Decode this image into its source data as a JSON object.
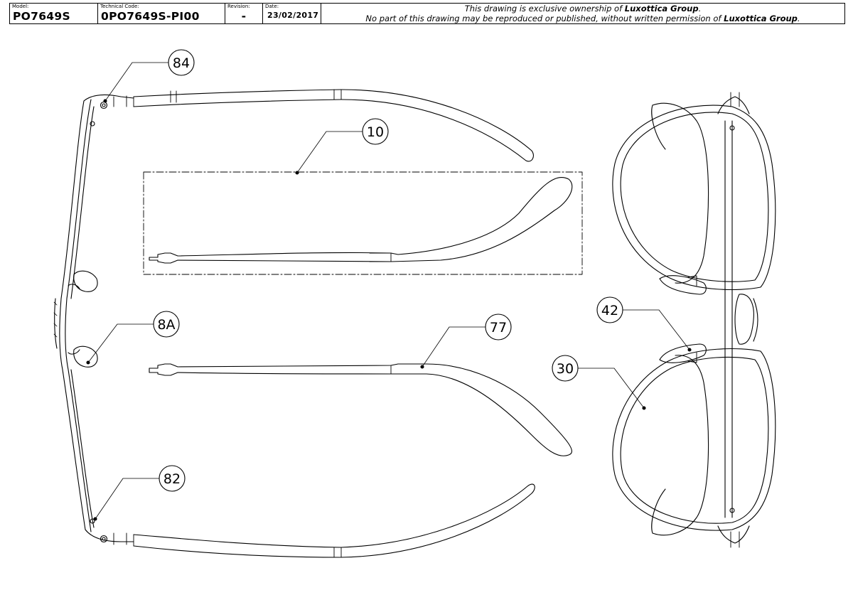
{
  "titleblock": {
    "model_label": "Model:",
    "model_value": "PO7649S",
    "tech_label": "Technical Code:",
    "tech_value": "0PO7649S-PI00",
    "revision_label": "Revision:",
    "revision_value": "-",
    "date_label": "Date:",
    "date_value": "23/02/2017",
    "notice_line1_prefix": "This drawing is exclusive ownership of ",
    "notice_line1_brand": "Luxottica Group",
    "notice_line1_suffix": ".",
    "notice_line2_prefix": "No part of this drawing may be reproduced or published, without written permission of ",
    "notice_line2_brand": "Luxottica Group",
    "notice_line2_suffix": "."
  },
  "callouts": {
    "c84": "84",
    "c10": "10",
    "c8a": "8A",
    "c77": "77",
    "c82": "82",
    "c42": "42",
    "c30": "30"
  }
}
